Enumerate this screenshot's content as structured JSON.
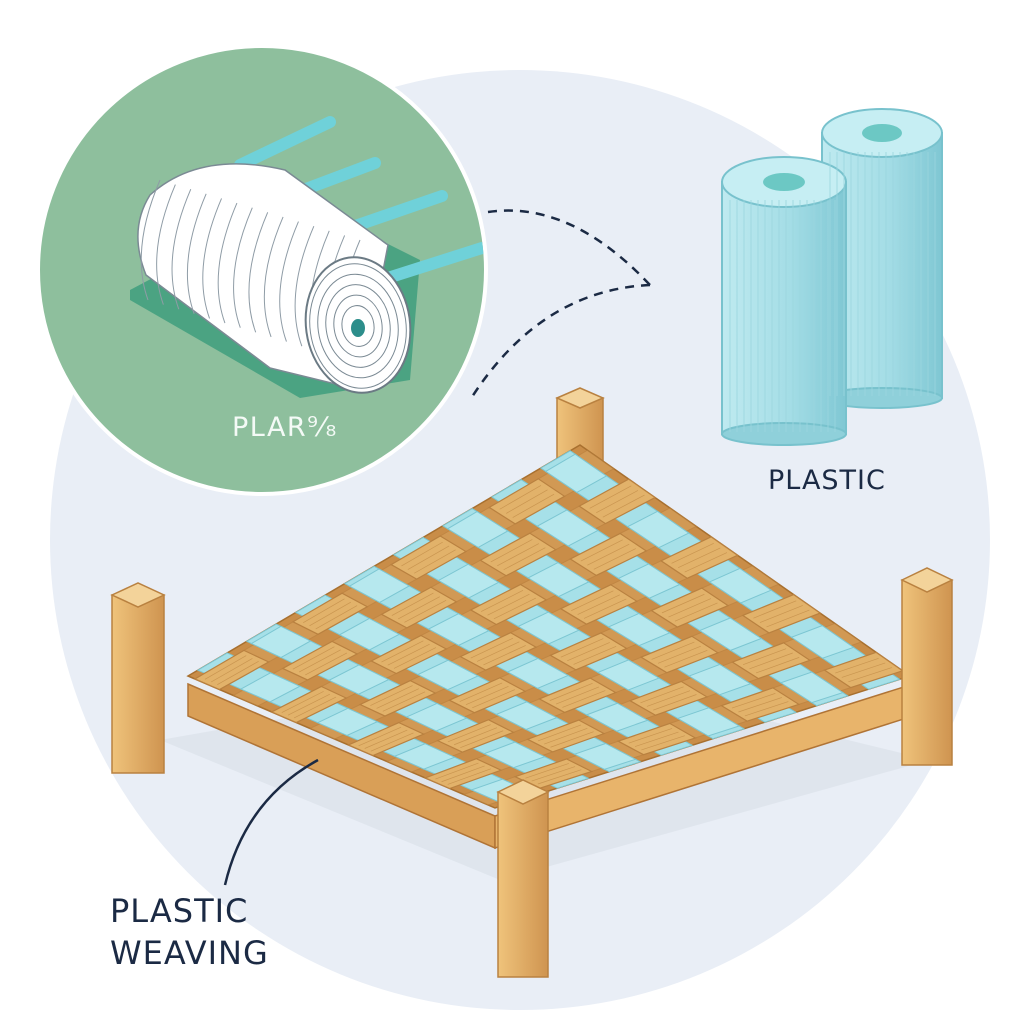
{
  "labels": {
    "roll": "PLAR⁹⁄₈",
    "plastic": "PLASTIC",
    "weaving_line1": "PLASTIC",
    "weaving_line2": "WEAVING"
  },
  "colors": {
    "background_circle": "#e9eef6",
    "inset_circle": "#8ebf9d",
    "plastic_teal": "#a6e0e8",
    "wood": "#e2b26a",
    "wood_dark": "#b98140",
    "text": "#1b2a44"
  },
  "weave_grid": {
    "rows": 8,
    "cols": 8
  }
}
